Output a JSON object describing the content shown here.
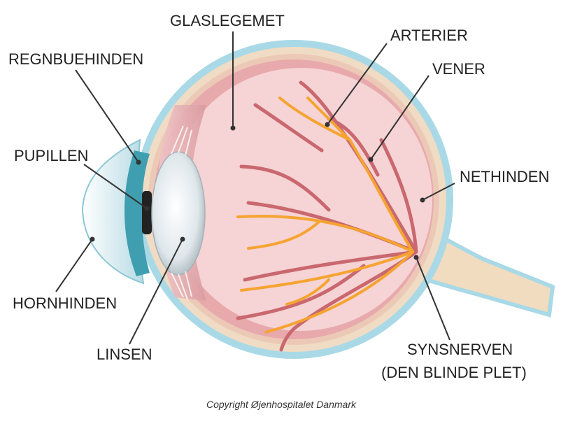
{
  "labels": {
    "glaslegemet": "GLASLEGEMET",
    "arterier": "ARTERIER",
    "vener": "VENER",
    "regnbuehinden": "REGNBUEHINDEN",
    "pupillen": "PUPILLEN",
    "nethinden": "NETHINDEN",
    "hornhinden": "HORNHINDEN",
    "linsen": "LINSEN",
    "synsnerven_line1": "SYNSNERVEN",
    "synsnerven_line2": "(DEN BLINDE PLET)"
  },
  "copyright": "Copyright Øjenhospitalet Danmark",
  "colors": {
    "sclera": "#a9d9e6",
    "sclera_edge": "#7fbfd3",
    "choroid": "#f0dcc4",
    "retina": "#e8a9ad",
    "vitreous": "#f6d3d4",
    "vein": "#c9686f",
    "artery": "#f5a431",
    "cornea": "#d8eef4",
    "iris": "#3f9eb0",
    "lens": "#e4ecf0",
    "optic_nerve": "#f2dcc0",
    "leader": "#333333"
  }
}
